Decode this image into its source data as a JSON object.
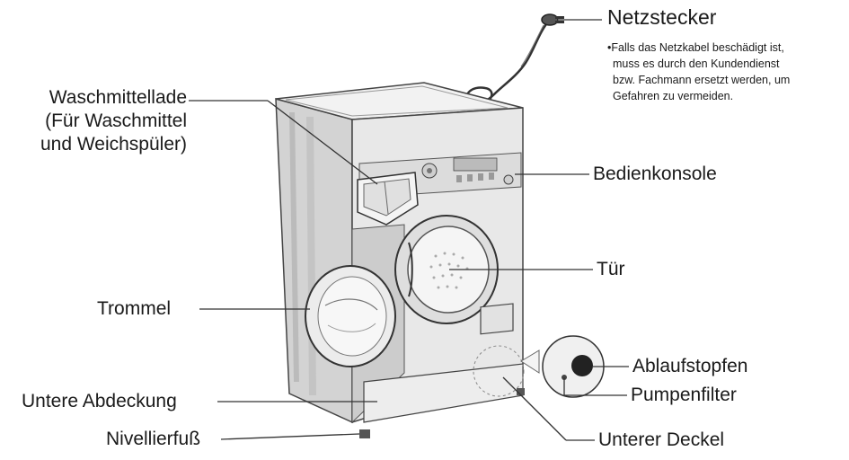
{
  "labels": {
    "netzstecker": "Netzstecker",
    "note_line1": "•Falls das Netzkabel beschädigt ist,",
    "note_line2": "muss es durch den Kundendienst",
    "note_line3": "bzw. Fachmann ersetzt werden, um",
    "note_line4": "Gefahren zu vermeiden.",
    "waschmittellade_line1": "Waschmittellade",
    "waschmittellade_line2": "(Für Waschmittel",
    "waschmittellade_line3": "und Weichspüler)",
    "bedienkonsole": "Bedienkonsole",
    "tuer": "Tür",
    "trommel": "Trommel",
    "ablaufstopfen": "Ablaufstopfen",
    "untere_abdeckung": "Untere Abdeckung",
    "pumpenfilter": "Pumpenfilter",
    "nivellierfuss": "Nivellierfuß",
    "unterer_deckel": "Unterer Deckel"
  },
  "colors": {
    "line": "#333333",
    "machine_body": "#e6e6e6",
    "machine_side": "#cfcfcf",
    "machine_top": "#f2f2f2",
    "outline": "#444444",
    "drain_plug": "#222222"
  }
}
